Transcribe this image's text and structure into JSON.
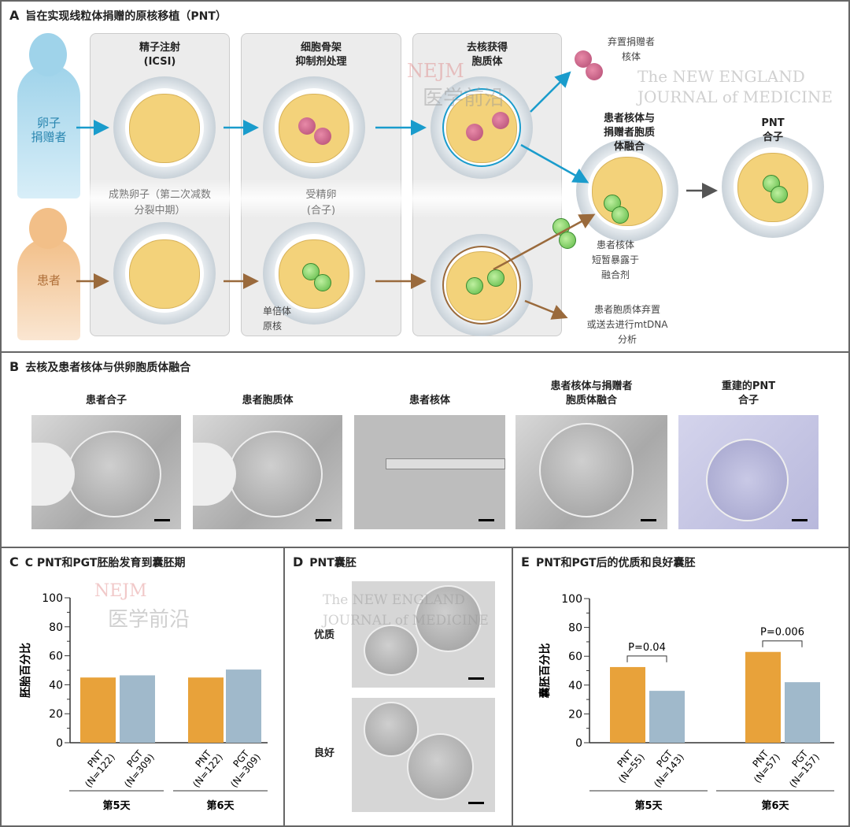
{
  "panelA": {
    "letter": "A",
    "title": "旨在实现线粒体捐赠的原核移植（PNT）",
    "donor_label": "卵子\n捐赠者",
    "patient_label": "患者",
    "step1": "精子注射\n(ICSI)",
    "step2": "细胞骨架\n抑制剂处理",
    "step3": "去核获得\n胞质体",
    "mature_egg": "成熟卵子（第二次减数\n分裂中期）",
    "zygote": "受精卵\n(合子)",
    "discard_donor": "弃置捐赠者\n核体",
    "fusion": "患者核体与\n捐赠者胞质\n体融合",
    "pnt_zygote": "PNT\n合子",
    "haploid": "单倍体\n原核",
    "fusion_agent": "患者核体\n短暂暴露于\n融合剂",
    "patient_cytoplast": "患者胞质体弃置\n或送去进行mtDNA\n分析"
  },
  "watermarks": {
    "nejm": "NEJM",
    "yixue": "医学前沿",
    "journal": "The NEW ENGLAND\nJOURNAL of MEDICINE"
  },
  "panelB": {
    "letter": "B",
    "title": "去核及患者核体与供卵胞质体融合",
    "images": [
      "患者合子",
      "患者胞质体",
      "患者核体",
      "患者核体与捐赠者\n胞质体融合",
      "重建的PNT\n合子"
    ]
  },
  "panelD": {
    "letter": "D",
    "title": "PNT囊胚",
    "top": "优质",
    "bottom": "良好"
  },
  "colors": {
    "pnt": "#e8a23a",
    "pgt": "#a0b9cb",
    "donor": "#9fd3ea",
    "patient": "#f2bf88",
    "arrow_blue": "#1a9ccc",
    "arrow_brown": "#9a6a3c"
  },
  "chart_data": [
    {
      "type": "bar",
      "letter": "C",
      "title": "C PNT和PGT胚胎发育到囊胚期",
      "ylabel": "胚胎百分比",
      "ylim": [
        0,
        100
      ],
      "yticks": [
        0,
        20,
        40,
        60,
        80,
        100
      ],
      "groups": [
        "第5天",
        "第6天"
      ],
      "bars": [
        {
          "label": "PNT\n(N=122)",
          "series": "PNT",
          "group": 0,
          "value": 45
        },
        {
          "label": "PGT\n(N=309)",
          "series": "PGT",
          "group": 0,
          "value": 46.5
        },
        {
          "label": "PNT\n(N=122)",
          "series": "PNT",
          "group": 1,
          "value": 45
        },
        {
          "label": "PGT\n(N=309)",
          "series": "PGT",
          "group": 1,
          "value": 50.5
        }
      ],
      "annotations": []
    },
    {
      "type": "bar",
      "letter": "E",
      "title": "PNT和PGT后的优质和良好囊胚",
      "ylabel": "囊胚百分比",
      "ylim": [
        0,
        100
      ],
      "yticks": [
        0,
        20,
        40,
        60,
        80,
        100
      ],
      "groups": [
        "第5天",
        "第6天"
      ],
      "bars": [
        {
          "label": "PNT\n(N=55)",
          "series": "PNT",
          "group": 0,
          "value": 52.5
        },
        {
          "label": "PGT\n(N=143)",
          "series": "PGT",
          "group": 0,
          "value": 36
        },
        {
          "label": "PNT\n(N=57)",
          "series": "PNT",
          "group": 1,
          "value": 63
        },
        {
          "label": "PGT\n(N=157)",
          "series": "PGT",
          "group": 1,
          "value": 42
        }
      ],
      "annotations": [
        {
          "group": 0,
          "text": "P=0.04"
        },
        {
          "group": 1,
          "text": "P=0.006"
        }
      ]
    }
  ]
}
